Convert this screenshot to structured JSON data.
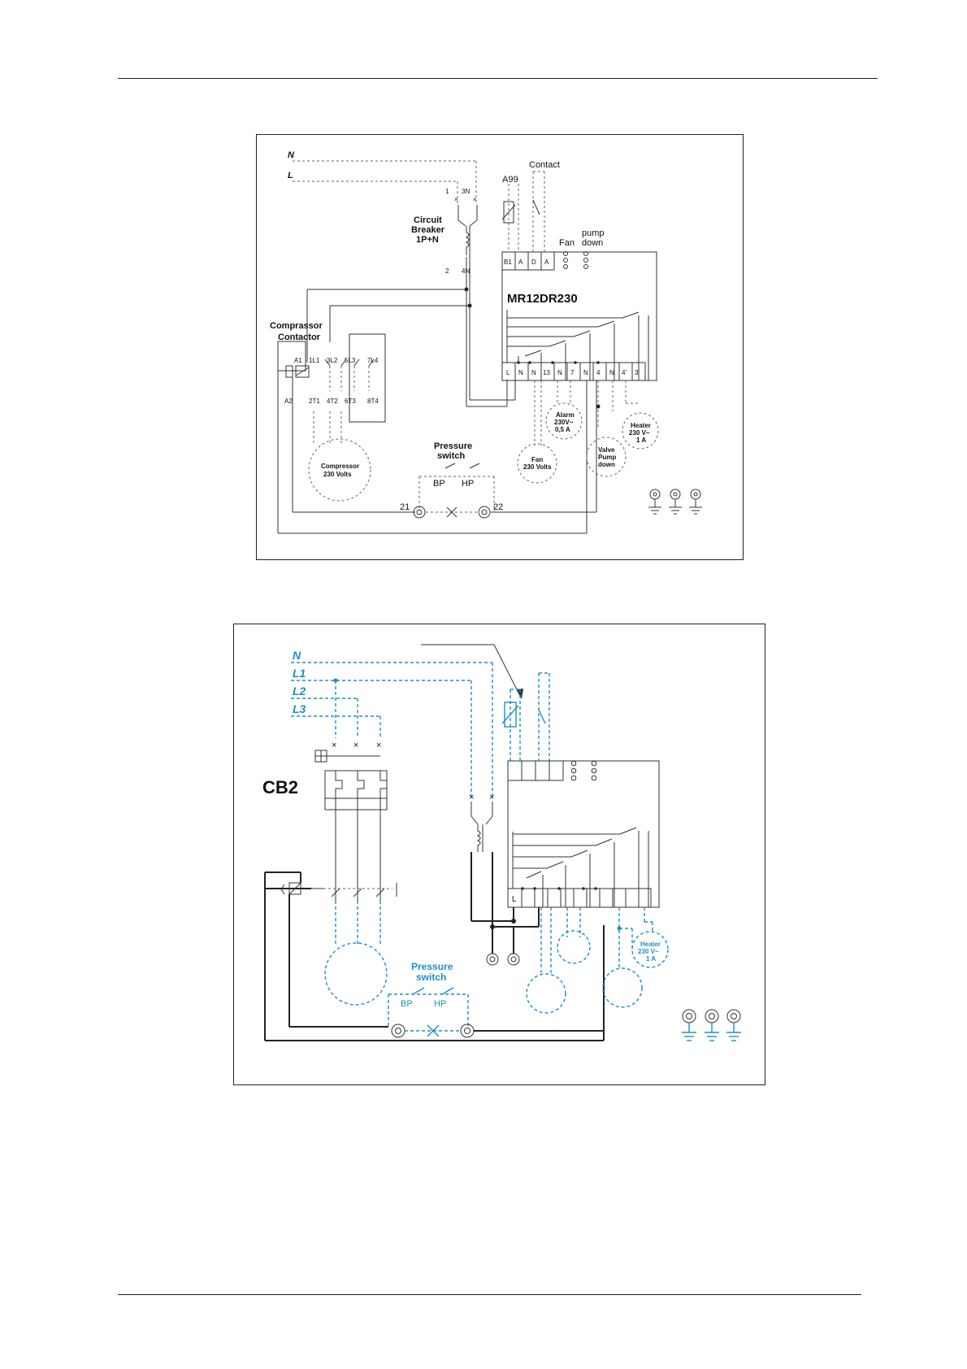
{
  "diagram1": {
    "line_N": "N",
    "line_L": "L",
    "cb_term_1": "1",
    "cb_term_3N": "3N",
    "cb_term_2": "2",
    "cb_term_4N": "4N",
    "circuit_breaker_l1": "Circuit",
    "circuit_breaker_l2": "Breaker",
    "circuit_breaker_l3": "1P+N",
    "a99": "A99",
    "contact": "Contact",
    "fan": "Fan",
    "pump_l1": "pump",
    "pump_l2": "down",
    "controller": "MR12DR230",
    "top_terms": [
      "B1",
      "A",
      "D",
      "A"
    ],
    "bottom_terms": [
      "L",
      "N",
      "N",
      "13",
      "N",
      "7",
      "N",
      "4",
      "N",
      "4'",
      "3'"
    ],
    "compressor_contactor_l1": "Comprassor",
    "compressor_contactor_l2": "Contactor",
    "contactor_top": [
      "A1",
      "1L1",
      "3L2",
      "5L3",
      "7L4"
    ],
    "contactor_bottom": [
      "A2",
      "2T1",
      "4T2",
      "6T3",
      "8T4"
    ],
    "compressor_l1": "Compressor",
    "compressor_l2": "230 Volts",
    "pressure_switch_l1": "Pressure",
    "pressure_switch_l2": "switch",
    "bp": "BP",
    "hp": "HP",
    "t21": "21",
    "t22": "22",
    "fan_load_l1": "Fan",
    "fan_load_l2": "230 Volts",
    "alarm_l1": "Alarm",
    "alarm_l2": "230V~",
    "alarm_l3": "0,5 A",
    "valve_l1": "Valve",
    "valve_l2": "Pump",
    "valve_l3": "down",
    "heater_l1": "Heater",
    "heater_l2": "230 V~",
    "heater_l3": "1 A"
  },
  "diagram2": {
    "line_N": "N",
    "line_L1": "L1",
    "line_L2": "L2",
    "line_L3": "L3",
    "cb2": "CB2",
    "term_L": "L",
    "pressure_switch_l1": "Pressure",
    "pressure_switch_l2": "switch",
    "bp": "BP",
    "hp": "HP",
    "heater_l1": "Heater",
    "heater_l2": "230 V~",
    "heater_l3": "1 A"
  },
  "colors": {
    "blue_wiring": "#1e8fc6",
    "black_wiring": "#222222"
  }
}
